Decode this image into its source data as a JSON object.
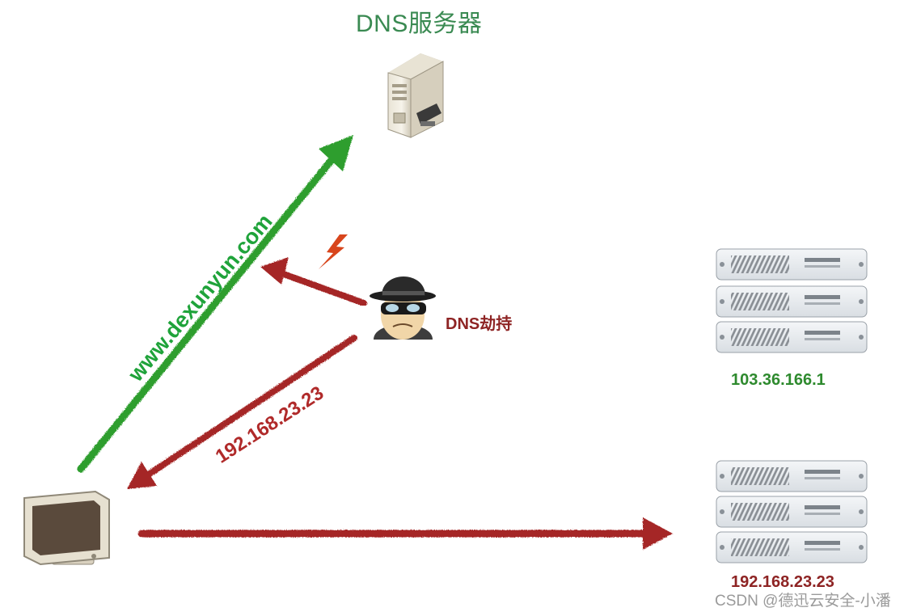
{
  "diagram": {
    "title": "DNS服务器",
    "url_label": "www.dexunyun.com",
    "hijacker_label": "DNS劫持",
    "fake_ip_arrow_label": "192.168.23.23",
    "real_server_ip": "103.36.166.1",
    "fake_server_ip": "192.168.23.23",
    "watermark": "CSDN @德迅云安全-小潘"
  },
  "colors": {
    "green_arrow": "#2e9e2e",
    "red_arrow": "#a52626",
    "title": "#3a8a52"
  },
  "icons": [
    "dns-server-icon",
    "hacker-icon",
    "lightning-icon",
    "client-computer-icon",
    "real-server-rack-icon",
    "fake-server-rack-icon"
  ]
}
